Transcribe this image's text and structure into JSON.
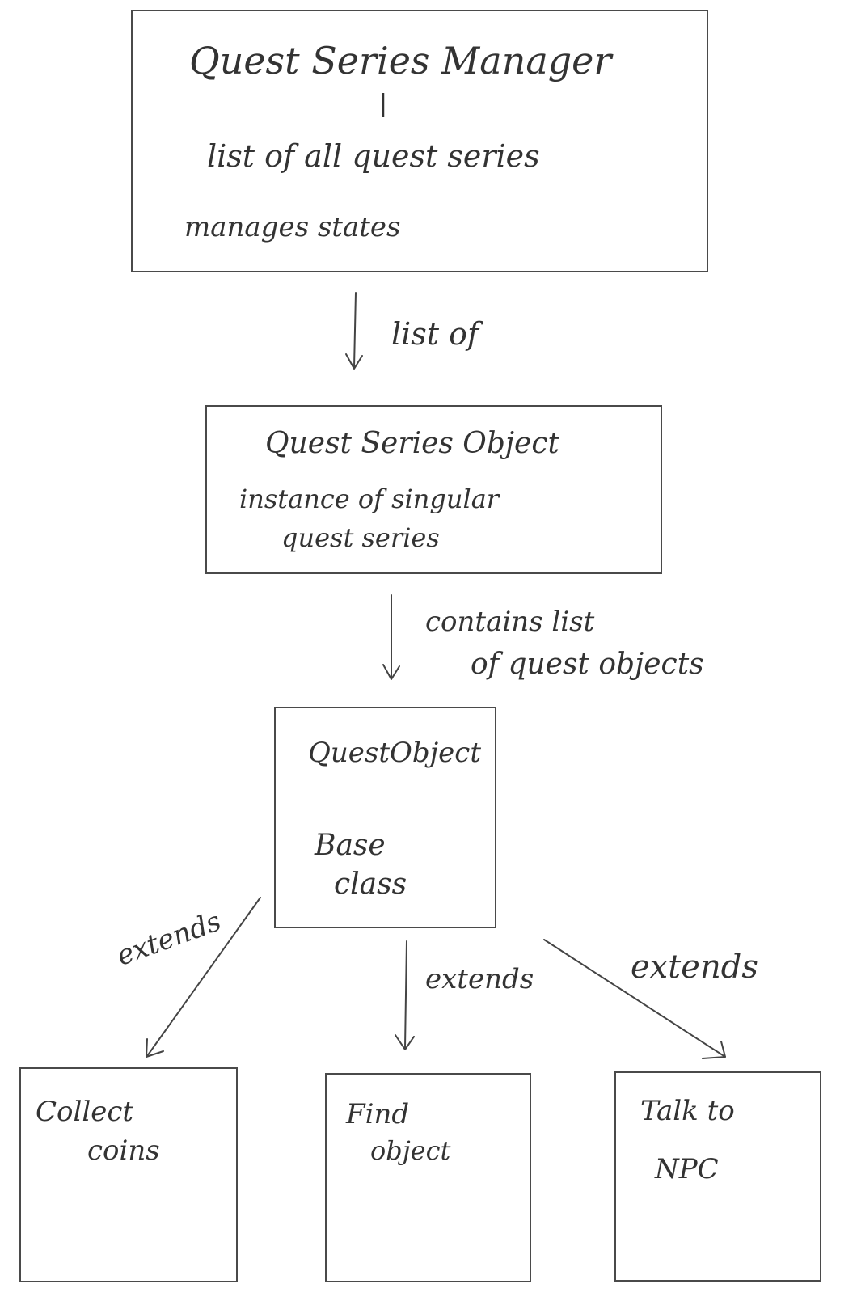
{
  "nodes": {
    "manager": {
      "title": "Quest Series Manager",
      "separator": "|",
      "line1": "list of all quest series",
      "line2": "manages states"
    },
    "series_object": {
      "title": "Quest Series Object",
      "line1": "instance of singular",
      "line2": "quest series"
    },
    "quest_object": {
      "title": "QuestObject",
      "line1": "Base",
      "line2": "class"
    },
    "collect_coins": {
      "line1": "Collect",
      "line2": "coins"
    },
    "find_object": {
      "line1": "Find",
      "line2": "object"
    },
    "talk_to_npc": {
      "line1": "Talk to",
      "line2": "NPC"
    }
  },
  "edges": {
    "manager_to_series": {
      "label": "list of"
    },
    "series_to_quest": {
      "label_line1": "contains list",
      "label_line2": "of quest objects"
    },
    "quest_to_collect": {
      "label": "extends"
    },
    "quest_to_find": {
      "label": "extends"
    },
    "quest_to_talk": {
      "label": "extends"
    }
  }
}
